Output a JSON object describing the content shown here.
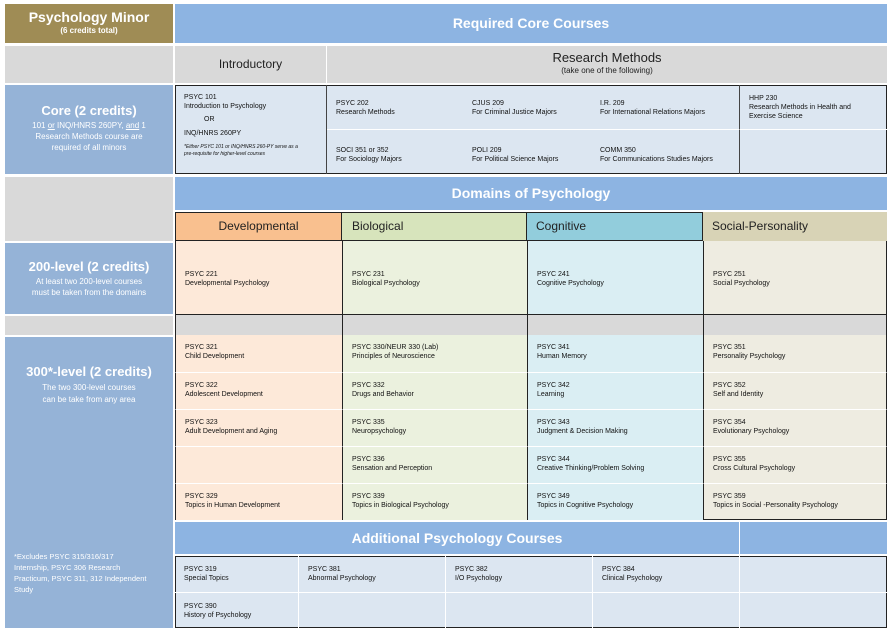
{
  "colors": {
    "title_bg": "#9f8c55",
    "header_blue": "#8db4e2",
    "side_blue": "#95b3d7",
    "grey": "#d9d9d9",
    "light_blue": "#dce6f1",
    "developmental": "#f9c08f",
    "developmental_light": "#fde9d9",
    "biological": "#d7e4bc",
    "biological_light": "#ebf1de",
    "cognitive": "#92cddc",
    "cognitive_light": "#daeef3",
    "social": "#d8d3b6",
    "social_light": "#eeece1"
  },
  "title": {
    "main": "Psychology Minor",
    "sub": "(6 credits total)"
  },
  "required_core": "Required Core Courses",
  "introductory": "Introductory",
  "research_methods": {
    "title": "Research Methods",
    "sub": "(take one of the following)"
  },
  "core": {
    "title": "Core (2 credits)",
    "line1_pre": "101 ",
    "line1_or": "or",
    "line1_mid": " INQ/HNRS 260PY, ",
    "line1_and": "and",
    "line1_post": " 1",
    "line2": "Research Methods course are",
    "line3": "required of all minors"
  },
  "intro_cell": {
    "code": "PSYC 101",
    "name": "Introduction to Psychology",
    "or": "OR",
    "alt": "INQ/HNRS 260PY",
    "note1": "*Either PSYC 101 or INQ/HNRS 260-PY serve as a",
    "note2": "pre-requisite for higher-level courses"
  },
  "methods": [
    {
      "code": "PSYC 202",
      "name": "Research Methods"
    },
    {
      "code": "CJUS 209",
      "name": "For Criminal Justice Majors"
    },
    {
      "code": "I.R. 209",
      "name": "For International Relations Majors"
    },
    {
      "code": "HHP 230",
      "name": "Research Methods in Health and",
      "name2": "Exercise Science"
    },
    {
      "code": "SOCI 351 or 352",
      "name": "For Sociology Majors"
    },
    {
      "code": "POLI 209",
      "name": "For Political Science Majors"
    },
    {
      "code": "COMM 350",
      "name": "For Communications Studies Majors"
    }
  ],
  "domains_title": "Domains of Psychology",
  "domains": [
    "Developmental",
    "Biological",
    "Cognitive",
    "Social-Personality"
  ],
  "level200": {
    "title": "200-level (2 credits)",
    "line1": "At least two 200-level courses",
    "line2": "must be taken from the domains",
    "courses": [
      {
        "code": "PSYC 221",
        "name": "Developmental Psychology"
      },
      {
        "code": "PSYC 231",
        "name": "Biological Psychology"
      },
      {
        "code": "PSYC 241",
        "name": "Cognitive Psychology"
      },
      {
        "code": "PSYC 251",
        "name": "Social Psychology"
      }
    ]
  },
  "level300": {
    "title": "300*-level (2 credits)",
    "line1": "The two 300-level courses",
    "line2": "can be take from any area",
    "developmental": [
      {
        "code": "PSYC 321",
        "name": "Child Development"
      },
      {
        "code": "PSYC 322",
        "name": "Adolescent Development"
      },
      {
        "code": "PSYC 323",
        "name": "Adult Development and Aging"
      },
      {
        "code": "",
        "name": ""
      },
      {
        "code": "PSYC 329",
        "name": "Topics in Human Development"
      }
    ],
    "biological": [
      {
        "code": "PSYC 330/NEUR 330 (Lab)",
        "name": "Principles of Neuroscience"
      },
      {
        "code": "PSYC 332",
        "name": "Drugs and Behavior"
      },
      {
        "code": "PSYC 335",
        "name": "Neuropsychology"
      },
      {
        "code": "PSYC 336",
        "name": "Sensation and Perception"
      },
      {
        "code": "PSYC 339",
        "name": "Topics in Biological Psychology"
      }
    ],
    "cognitive": [
      {
        "code": "PSYC 341",
        "name": "Human Memory"
      },
      {
        "code": "PSYC 342",
        "name": "Learning"
      },
      {
        "code": "PSYC 343",
        "name": "Judgment & Decision Making"
      },
      {
        "code": "PSYC 344",
        "name": "Creative Thinking/Problem Solving"
      },
      {
        "code": "PSYC 349",
        "name": "Topics in Cognitive Psychology"
      }
    ],
    "social": [
      {
        "code": "PSYC 351",
        "name": "Personality Psychology"
      },
      {
        "code": "PSYC 352",
        "name": "Self and Identity"
      },
      {
        "code": "PSYC 354",
        "name": "Evolutionary Psychology"
      },
      {
        "code": "PSYC 355",
        "name": "Cross Cultural Psychology"
      },
      {
        "code": "PSYC 359",
        "name": "Topics in Social -Personality Psychology"
      }
    ]
  },
  "additional": {
    "title": "Additional Psychology Courses",
    "courses": [
      {
        "code": "PSYC 319",
        "name": "Special Topics"
      },
      {
        "code": "PSYC 381",
        "name": "Abnormal Psychology"
      },
      {
        "code": "PSYC 382",
        "name": "I/O Psychology"
      },
      {
        "code": "PSYC 384",
        "name": "Clinical Psychology"
      },
      {
        "code": "PSYC 390",
        "name": "History of Psychology"
      }
    ]
  },
  "excludes_note": {
    "l1": "*Excludes PSYC 315/316/317",
    "l2": "Internship, PSYC 306 Research",
    "l3": "Practicum, PSYC 311, 312 Independent",
    "l4": "Study"
  }
}
